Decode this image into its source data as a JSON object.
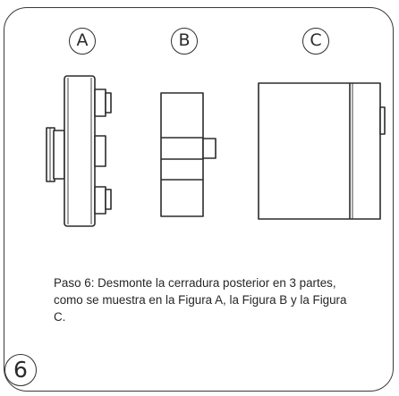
{
  "figure_labels": {
    "a": "A",
    "b": "B",
    "c": "C"
  },
  "step_number": "6",
  "instruction": "Paso 6: Desmonte la cerradura posterior en 3 partes, como se muestra en la Figura A, la Figura B y la Figura C.",
  "colors": {
    "line": "#2b2b2b",
    "border": "#3a3a3a",
    "text": "#262626"
  }
}
